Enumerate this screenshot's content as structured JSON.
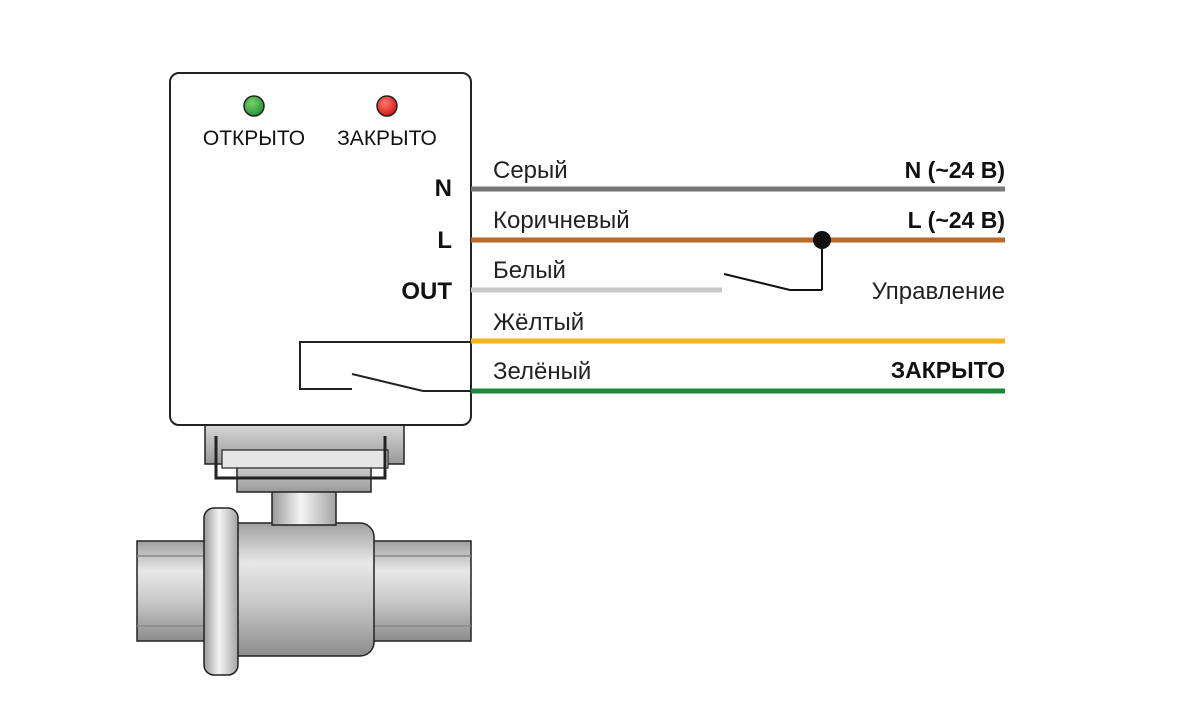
{
  "indicators": [
    {
      "label": "ОТКРЫТО",
      "color": "#1f8f2e"
    },
    {
      "label": "ЗАКРЫТО",
      "color": "#e01b1b"
    }
  ],
  "terminals": {
    "n": "N",
    "l": "L",
    "out": "OUT"
  },
  "wires": [
    {
      "name": "Серый",
      "signal": "N (~24 В)",
      "color": "#777777"
    },
    {
      "name": "Коричневый",
      "signal": "L (~24 В)",
      "color": "#b8682a"
    },
    {
      "name": "Белый",
      "signal": "",
      "color": "#c8c8c8"
    },
    {
      "name": "Жёлтый",
      "signal": "",
      "color": "#f2b51c"
    },
    {
      "name": "Зелёный",
      "signal": "ЗАКРЫТО",
      "color": "#1c8a3a"
    }
  ],
  "control_label": "Управление",
  "colors": {
    "body_stroke": "#222222",
    "metal_light": "#e6e6e6",
    "metal_dark": "#9a9a9a"
  }
}
